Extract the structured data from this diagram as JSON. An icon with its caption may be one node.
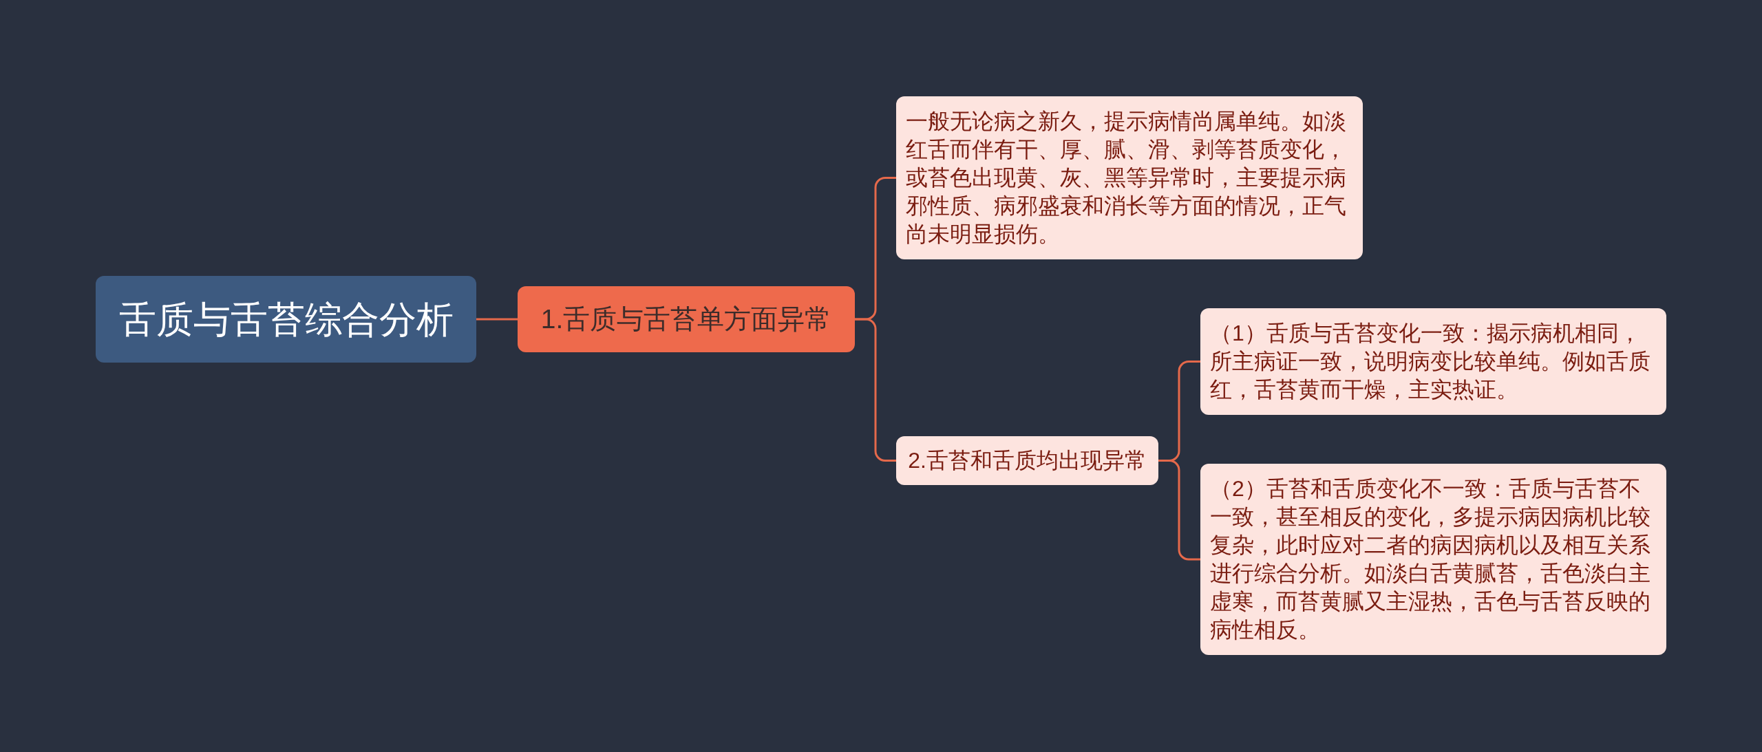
{
  "diagram": {
    "nodes": [
      {
        "text": [
          "舌质与舌苔综合分析"
        ]
      },
      {
        "text": [
          "1.舌质与舌苔单方面异常"
        ]
      },
      {
        "text": [
          "一般无论病之新久，提示病情尚属单纯。如淡红舌而伴有干、厚、腻、滑、剥等苔质变化，或苔色出现黄、灰、黑等异常时，主要提示病邪性质、病邪盛衰和消长等方面的情况，正气尚未明显损伤。"
        ]
      },
      {
        "text": [
          "2.舌苔和舌质均出现异常"
        ]
      },
      {
        "text": [
          "（1）舌质与舌苔变化一致：揭示病机相同，所主病证一致，说明病变比较单纯。例如舌质红，舌苔黄而干燥，主实热证。"
        ]
      },
      {
        "text": [
          "（2）舌苔和舌质变化不一致：舌质与舌苔不一致，甚至相反的变化，多提示病因病机比较复杂，此时应对二者的病因病机以及相互关系进行综合分析。如淡白舌黄腻苔，舌色淡白主虚寒，而苔黄腻又主湿热，舌色与舌苔反映的病性相反。"
        ]
      }
    ],
    "edges": [
      {
        "from": 0,
        "to": 1,
        "arrow": "none"
      },
      {
        "from": 1,
        "to": 2,
        "arrow": "none"
      },
      {
        "from": 1,
        "to": 3,
        "arrow": "none"
      },
      {
        "from": 3,
        "to": 4,
        "arrow": "none"
      },
      {
        "from": 3,
        "to": 5,
        "arrow": "none"
      }
    ]
  }
}
